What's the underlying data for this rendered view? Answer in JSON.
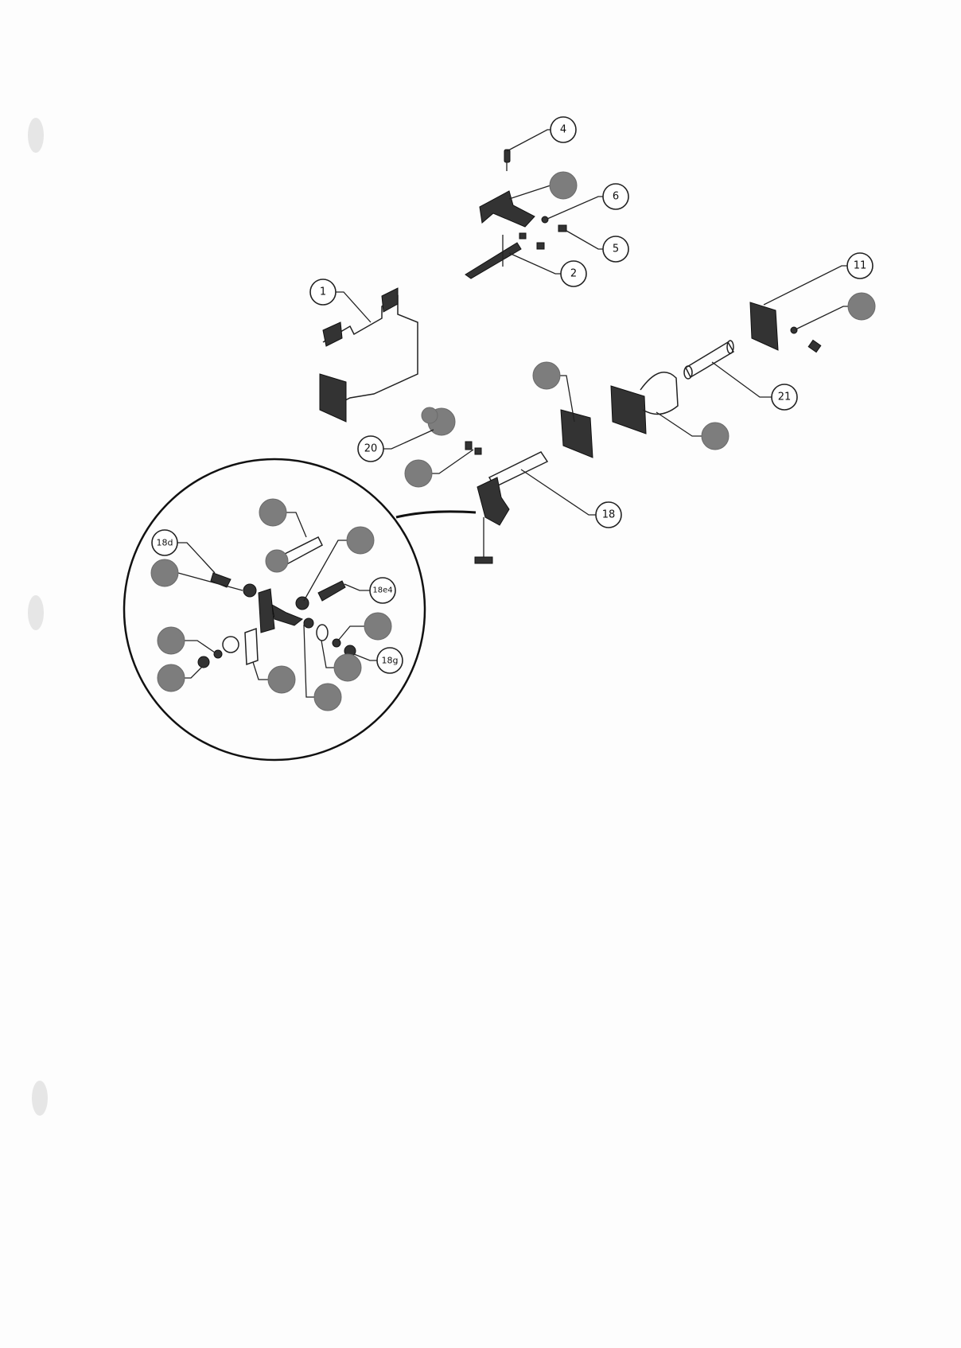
{
  "diagram": {
    "type": "exploded-assembly-view",
    "callouts": {
      "c4": "4",
      "c6": "6",
      "c5": "5",
      "c2": "2",
      "c1": "1",
      "c11": "11",
      "c21": "21",
      "c20": "20",
      "c18": "18",
      "c18d": "18d",
      "c18e4": "18e4",
      "c18g": "18g"
    },
    "colors": {
      "line": "#222222",
      "redacted_callout": "#7d7d7d",
      "paper": "#fdfdfd"
    }
  }
}
